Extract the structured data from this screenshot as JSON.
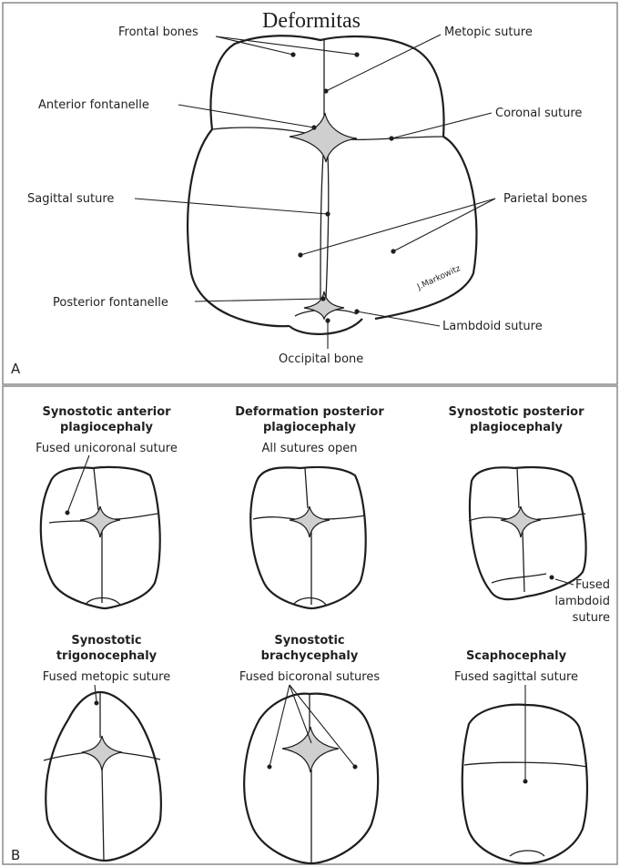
{
  "header": "Deformitas",
  "panel_a": {
    "tag": "A",
    "labels": {
      "frontal_bones": "Frontal bones",
      "metopic_suture": "Metopic suture",
      "anterior_fontanelle": "Anterior fontanelle",
      "coronal_suture": "Coronal suture",
      "sagittal_suture": "Sagittal suture",
      "parietal_bones": "Parietal bones",
      "posterior_fontanelle": "Posterior fontanelle",
      "lambdoid_suture": "Lambdoid suture",
      "occipital_bone": "Occipital bone"
    }
  },
  "panel_b": {
    "tag": "B",
    "items": [
      {
        "title1": "Synostotic anterior",
        "title2": "plagiocephaly",
        "caption": "Fused unicoronal suture"
      },
      {
        "title1": "Deformation posterior",
        "title2": "plagiocephaly",
        "caption": "All sutures open"
      },
      {
        "title1": "Synostotic posterior",
        "title2": "plagiocephaly",
        "caption": "",
        "note": [
          "Fused",
          "lambdoid",
          "suture"
        ]
      },
      {
        "title1": "Synostotic",
        "title2": "trigonocephaly",
        "caption": "Fused metopic suture"
      },
      {
        "title1": "Synostotic",
        "title2": "brachycephaly",
        "caption": "Fused bicoronal sutures"
      },
      {
        "title1": "",
        "title2": "Scaphocephaly",
        "caption": "Fused sagittal suture"
      }
    ]
  }
}
